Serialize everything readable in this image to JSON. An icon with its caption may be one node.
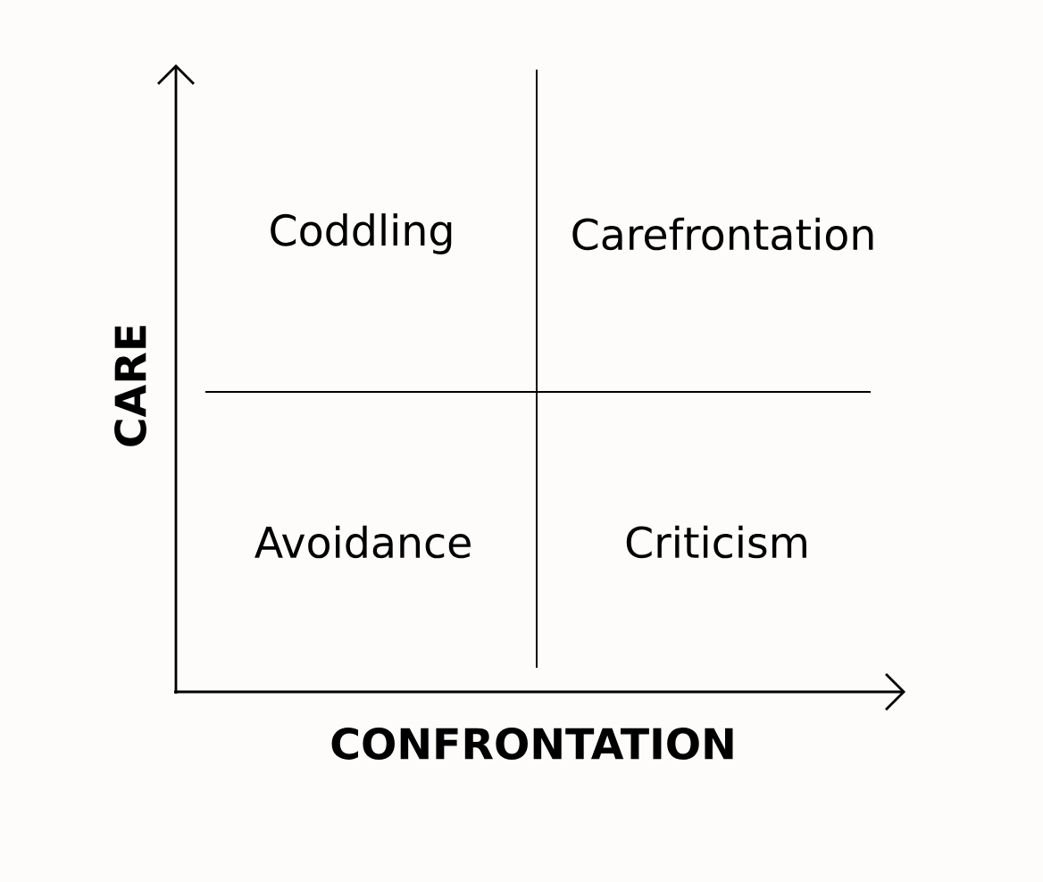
{
  "diagram": {
    "labels": [
      "Coddling",
      "Carefrontation",
      "CARE",
      "Avoidance",
      "Criticism",
      "CONFRONTATION"
    ]
  }
}
